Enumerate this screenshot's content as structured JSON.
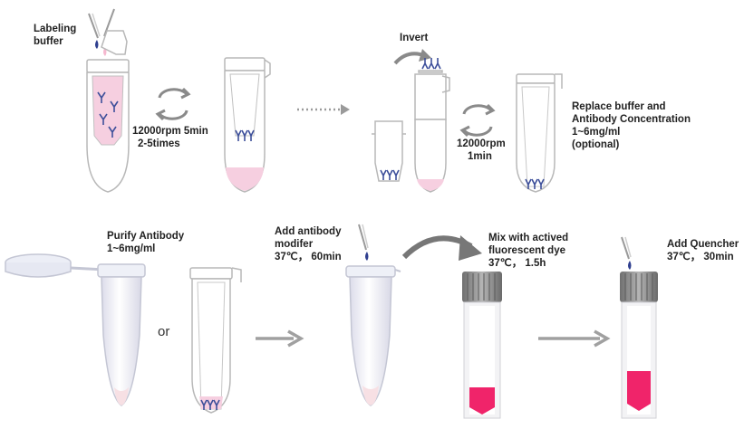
{
  "top_row": {
    "labeling_buffer": [
      "Labeling",
      "buffer"
    ],
    "centrifuge_1": [
      "12000rpm  5min",
      "2-5times"
    ],
    "invert": "Invert",
    "centrifuge_2": [
      "12000rpm",
      "1min"
    ],
    "replace_buffer": [
      "Replace buffer and",
      "Antibody Concentration",
      " 1~6mg/ml",
      "(optional)"
    ]
  },
  "bottom_row": {
    "purify_antibody": [
      "Purify Antibody",
      "1~6mg/ml"
    ],
    "or": "or",
    "add_modifier": [
      "Add antibody",
      "modifer",
      "37℃， 60min"
    ],
    "mix_dye": [
      "Mix with actived",
      "fluorescent dye",
      "37℃， 1.5h"
    ],
    "add_quencher": [
      "Add Quencher",
      "37℃， 30min"
    ]
  },
  "colors": {
    "tube_outline": "#b8b8b8",
    "buffer_pink": "#f6cfe0",
    "antibody_blue": "#3d4f9a",
    "arrow_gray": "#9a9a9a",
    "dye_magenta": "#f0246a",
    "cap_gray": "#8a8a8a"
  }
}
